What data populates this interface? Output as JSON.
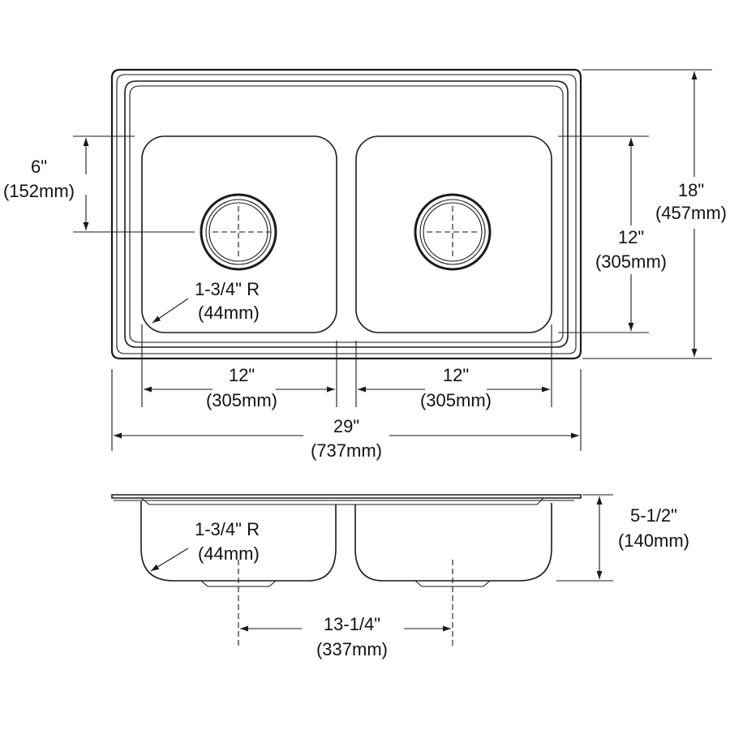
{
  "colors": {
    "line": "#1a1a1a",
    "text": "#111111",
    "background": "#ffffff"
  },
  "top_view": {
    "edge_depth": {
      "imperial": "6\"",
      "metric": "(152mm)"
    },
    "overall_depth": {
      "imperial": "18\"",
      "metric": "(457mm)"
    },
    "bowl_depth": {
      "imperial": "12\"",
      "metric": "(305mm)"
    },
    "corner_radius": {
      "imperial": "1-3/4\" R",
      "metric": "(44mm)"
    },
    "left_bowl_width": {
      "imperial": "12\"",
      "metric": "(305mm)"
    },
    "right_bowl_width": {
      "imperial": "12\"",
      "metric": "(305mm)"
    },
    "overall_width": {
      "imperial": "29\"",
      "metric": "(737mm)"
    }
  },
  "side_view": {
    "corner_radius": {
      "imperial": "1-3/4\" R",
      "metric": "(44mm)"
    },
    "bowl_height": {
      "imperial": "5-1/2\"",
      "metric": "(140mm)"
    },
    "drain_spacing": {
      "imperial": "13-1/4\"",
      "metric": "(337mm)"
    }
  }
}
